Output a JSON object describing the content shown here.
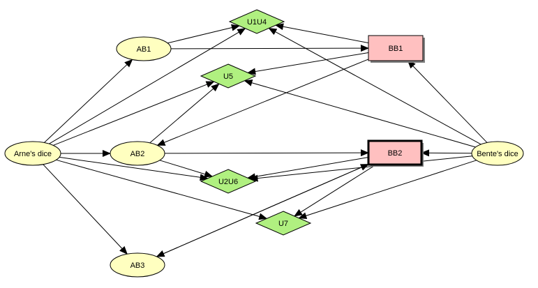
{
  "diagram": {
    "nodes": [
      {
        "id": "arne",
        "label": "Arne's dice",
        "shape": "ellipse",
        "color": "#ffffc0"
      },
      {
        "id": "bente",
        "label": "Bente's dice",
        "shape": "ellipse",
        "color": "#ffffc0"
      },
      {
        "id": "ab1",
        "label": "AB1",
        "shape": "ellipse",
        "color": "#ffffc0"
      },
      {
        "id": "ab2",
        "label": "AB2",
        "shape": "ellipse",
        "color": "#ffffc0"
      },
      {
        "id": "ab3",
        "label": "AB3",
        "shape": "ellipse",
        "color": "#ffffc0"
      },
      {
        "id": "bb1",
        "label": "BB1",
        "shape": "rect",
        "color": "#ffc0c0"
      },
      {
        "id": "bb2",
        "label": "BB2",
        "shape": "rect",
        "color": "#ffc0c0",
        "selected": true
      },
      {
        "id": "u1u4",
        "label": "U1U4",
        "shape": "diamond",
        "color": "#b0f080"
      },
      {
        "id": "u5",
        "label": "U5",
        "shape": "diamond",
        "color": "#b0f080"
      },
      {
        "id": "u2u6",
        "label": "U2U6",
        "shape": "diamond",
        "color": "#b0f080"
      },
      {
        "id": "u7",
        "label": "U7",
        "shape": "diamond",
        "color": "#b0f080"
      }
    ],
    "edges": [
      {
        "from": "arne",
        "to": "ab1"
      },
      {
        "from": "arne",
        "to": "ab2"
      },
      {
        "from": "arne",
        "to": "ab3"
      },
      {
        "from": "arne",
        "to": "u1u4"
      },
      {
        "from": "arne",
        "to": "u5"
      },
      {
        "from": "arne",
        "to": "u2u6"
      },
      {
        "from": "arne",
        "to": "u7"
      },
      {
        "from": "ab1",
        "to": "u1u4"
      },
      {
        "from": "ab1",
        "to": "bb1"
      },
      {
        "from": "ab2",
        "to": "u5"
      },
      {
        "from": "ab2",
        "to": "u2u6"
      },
      {
        "from": "ab2",
        "to": "bb2"
      },
      {
        "from": "ab3",
        "to": "bb2"
      },
      {
        "from": "bb1",
        "to": "u1u4"
      },
      {
        "from": "bb1",
        "to": "u5"
      },
      {
        "from": "bb1",
        "to": "ab2"
      },
      {
        "from": "bb2",
        "to": "u2u6"
      },
      {
        "from": "bb2",
        "to": "u7"
      },
      {
        "from": "bb2",
        "to": "ab3"
      },
      {
        "from": "bente",
        "to": "bb1"
      },
      {
        "from": "bente",
        "to": "bb2"
      },
      {
        "from": "bente",
        "to": "u1u4"
      },
      {
        "from": "bente",
        "to": "u5"
      },
      {
        "from": "bente",
        "to": "u2u6"
      },
      {
        "from": "bente",
        "to": "u7"
      }
    ]
  }
}
